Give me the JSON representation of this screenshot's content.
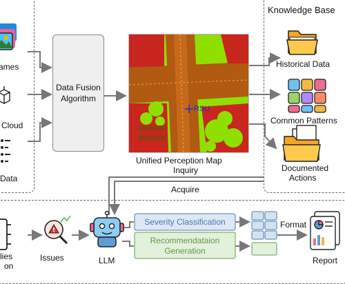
{
  "inputs": {
    "frames_label": "rames",
    "cloud_label": "Cloud",
    "data_label": "Data"
  },
  "fusion": {
    "label": "Data Fusion Algorithm"
  },
  "map": {
    "label_line1": "Unified Perception Map",
    "label_line2": "Inquiry",
    "rsu_label": "RSU"
  },
  "knowledge_base": {
    "title": "Knowledge Base",
    "items": [
      "Historical Data",
      "Common Patterns",
      "Documented",
      "Actions"
    ]
  },
  "acquire_label": "Acquire",
  "pipeline": {
    "anomalies_label_line1": "lies",
    "anomalies_label_line2": "on",
    "issues_label": "Issues",
    "llm_label": "LLM",
    "severity_label": "Severity Classification",
    "recommendation_line1": "Recommendataion",
    "recommendation_line2": "Generation",
    "format_label": "Format",
    "report_label": "Report"
  },
  "colors": {
    "map_green": "#8fe000",
    "map_red": "#c8261e",
    "map_brown": "#b05a12",
    "severity_fill": "#dde8f4",
    "severity_text": "#4a78b0",
    "recommendation_fill": "#e3f0dc",
    "recommendation_text": "#5e9a45",
    "grid_fill": "#d4e2f0",
    "grid_stroke": "#6f94be"
  }
}
